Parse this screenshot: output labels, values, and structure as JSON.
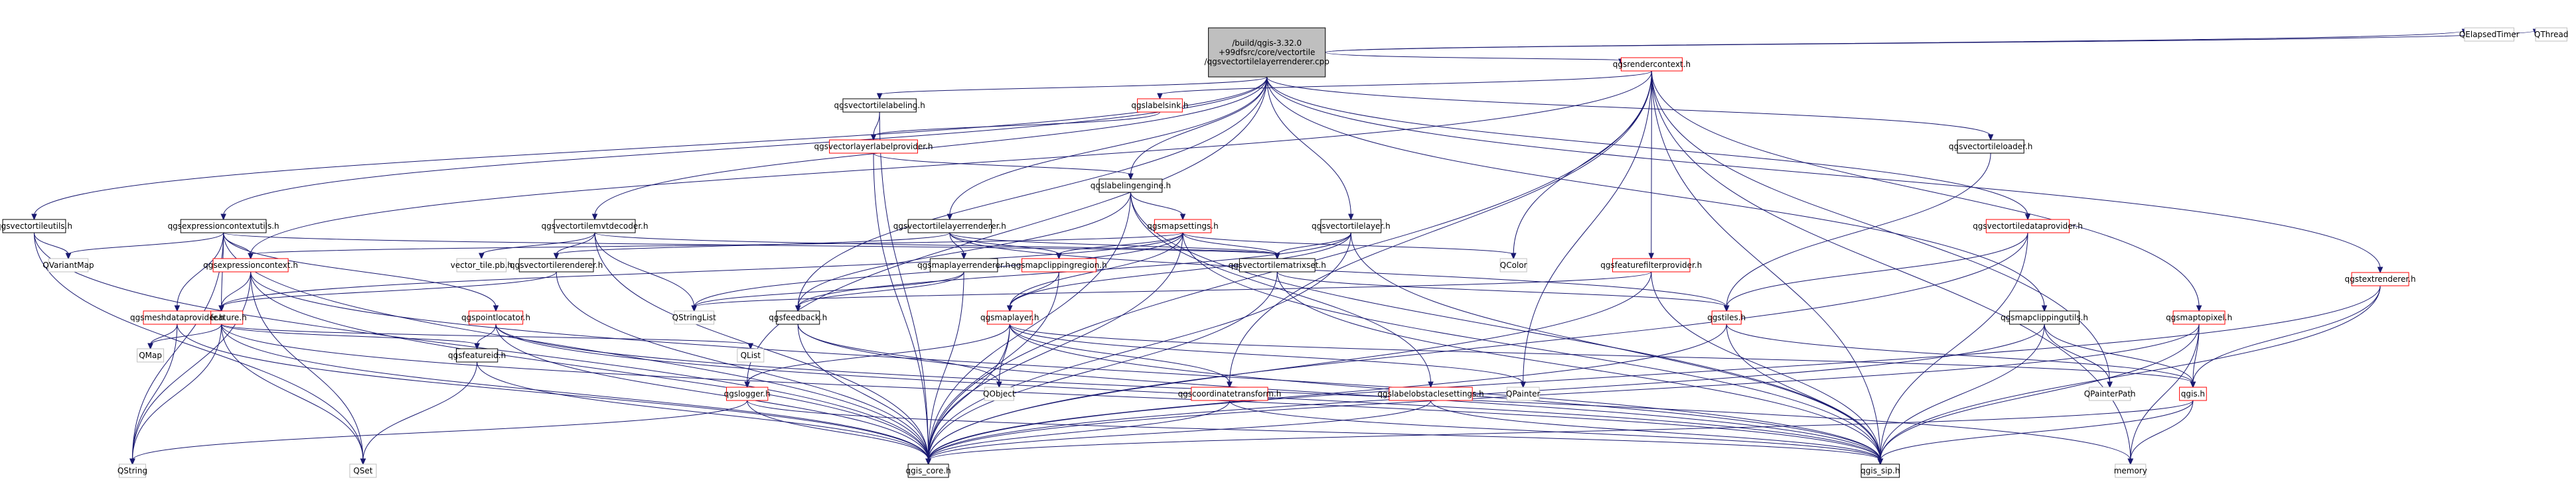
{
  "colors": {
    "edge": "#191970",
    "root_fill": "#bfbfbf",
    "root_border": "#000000",
    "node_border": "#000000",
    "linked_border": "#ff0000",
    "external_border": "#bfbfbf",
    "text": "#000000"
  },
  "nodes": [
    {
      "id": "root",
      "lines": [
        "/build/qgis-3.32.0",
        "+99dfsrc/core/vectortile",
        "/qgsvectortilelayerrenderer.cpp"
      ],
      "kind": "root"
    },
    {
      "id": "utils",
      "lines": [
        "qgsvectortileutils.h"
      ],
      "kind": "normal"
    },
    {
      "id": "exprctxutils",
      "lines": [
        "qgsexpressioncontextutils.h"
      ],
      "kind": "normal"
    },
    {
      "id": "mvtdecoder",
      "lines": [
        "qgsvectortilemvtdecoder.h"
      ],
      "kind": "normal"
    },
    {
      "id": "labeling",
      "lines": [
        "qgsvectortilelabeling.h"
      ],
      "kind": "normal"
    },
    {
      "id": "labelsink",
      "lines": [
        "qgslabelsink.h"
      ],
      "kind": "linked"
    },
    {
      "id": "vlabelprov",
      "lines": [
        "qgsvectorlayerlabelprovider.h"
      ],
      "kind": "linked"
    },
    {
      "id": "labelengine",
      "lines": [
        "qgslabelingengine.h"
      ],
      "kind": "normal"
    },
    {
      "id": "renderctx",
      "lines": [
        "qgsrendercontext.h"
      ],
      "kind": "linked"
    },
    {
      "id": "vtloader",
      "lines": [
        "qgsvectortileloader.h"
      ],
      "kind": "normal"
    },
    {
      "id": "vtdataprov",
      "lines": [
        "qgsvectortiledataprovider.h"
      ],
      "kind": "linked"
    },
    {
      "id": "textrend",
      "lines": [
        "qgstextrenderer.h"
      ],
      "kind": "linked"
    },
    {
      "id": "elapsed",
      "lines": [
        "QElapsedTimer"
      ],
      "kind": "external"
    },
    {
      "id": "qthread",
      "lines": [
        "QThread"
      ],
      "kind": "external"
    },
    {
      "id": "vtlayerrend",
      "lines": [
        "qgsvectortilelayerrenderer.h"
      ],
      "kind": "normal"
    },
    {
      "id": "mapsettings",
      "lines": [
        "qgsmapsettings.h"
      ],
      "kind": "linked"
    },
    {
      "id": "vtlayer",
      "lines": [
        "qgsvectortilelayer.h"
      ],
      "kind": "normal"
    },
    {
      "id": "maplayerrend",
      "lines": [
        "qgsmaplayerrenderer.h"
      ],
      "kind": "normal"
    },
    {
      "id": "vtrenderer",
      "lines": [
        "qgsvectortilerenderer.h"
      ],
      "kind": "normal"
    },
    {
      "id": "clipregion",
      "lines": [
        "qgsmapclippingregion.h"
      ],
      "kind": "linked"
    },
    {
      "id": "matrixset",
      "lines": [
        "qgsvectortilematrixset.h"
      ],
      "kind": "normal"
    },
    {
      "id": "featfilt",
      "lines": [
        "qgsfeaturefilterprovider.h"
      ],
      "kind": "linked"
    },
    {
      "id": "qcolor",
      "lines": [
        "QColor"
      ],
      "kind": "external"
    },
    {
      "id": "qvariantmap",
      "lines": [
        "QVariantMap"
      ],
      "kind": "external"
    },
    {
      "id": "exprctx",
      "lines": [
        "qgsexpressioncontext.h"
      ],
      "kind": "linked"
    },
    {
      "id": "vectortilepb",
      "lines": [
        "vector_tile.pb.h"
      ],
      "kind": "external"
    },
    {
      "id": "feature",
      "lines": [
        "qgsfeature.h"
      ],
      "kind": "linked"
    },
    {
      "id": "pointloc",
      "lines": [
        "qgspointlocator.h"
      ],
      "kind": "linked"
    },
    {
      "id": "meshdp",
      "lines": [
        "qgsmeshdataprovider.h"
      ],
      "kind": "linked"
    },
    {
      "id": "qstringlist",
      "lines": [
        "QStringList"
      ],
      "kind": "external"
    },
    {
      "id": "feedback",
      "lines": [
        "qgsfeedback.h"
      ],
      "kind": "normal"
    },
    {
      "id": "maplayer",
      "lines": [
        "qgsmaplayer.h"
      ],
      "kind": "linked"
    },
    {
      "id": "tiles",
      "lines": [
        "qgstiles.h"
      ],
      "kind": "linked"
    },
    {
      "id": "cliputils",
      "lines": [
        "qgsmapclippingutils.h"
      ],
      "kind": "normal"
    },
    {
      "id": "maptopixel",
      "lines": [
        "qgsmaptopixel.h"
      ],
      "kind": "linked"
    },
    {
      "id": "featureid",
      "lines": [
        "qgsfeatureid.h"
      ],
      "kind": "normal"
    },
    {
      "id": "qmap",
      "lines": [
        "QMap"
      ],
      "kind": "external"
    },
    {
      "id": "qlist",
      "lines": [
        "QList"
      ],
      "kind": "external"
    },
    {
      "id": "logger",
      "lines": [
        "qgslogger.h"
      ],
      "kind": "linked"
    },
    {
      "id": "coordtrans",
      "lines": [
        "qgscoordinatetransform.h"
      ],
      "kind": "linked"
    },
    {
      "id": "labelobst",
      "lines": [
        "qgslabelobstaclesettings.h"
      ],
      "kind": "linked"
    },
    {
      "id": "qobject",
      "lines": [
        "QObject"
      ],
      "kind": "external"
    },
    {
      "id": "qpainter",
      "lines": [
        "QPainter"
      ],
      "kind": "external"
    },
    {
      "id": "qpainterpath",
      "lines": [
        "QPainterPath"
      ],
      "kind": "external"
    },
    {
      "id": "qgsh",
      "lines": [
        "qgis.h"
      ],
      "kind": "linked"
    },
    {
      "id": "qstring",
      "lines": [
        "QString"
      ],
      "kind": "external"
    },
    {
      "id": "qset",
      "lines": [
        "QSet"
      ],
      "kind": "external"
    },
    {
      "id": "qgiscore",
      "lines": [
        "qgis_core.h"
      ],
      "kind": "normal"
    },
    {
      "id": "qgissip",
      "lines": [
        "qgis_sip.h"
      ],
      "kind": "normal"
    },
    {
      "id": "memory",
      "lines": [
        "memory"
      ],
      "kind": "external"
    }
  ],
  "edges": [
    [
      "root",
      "utils"
    ],
    [
      "root",
      "exprctxutils"
    ],
    [
      "root",
      "mvtdecoder"
    ],
    [
      "root",
      "labeling"
    ],
    [
      "root",
      "labelengine"
    ],
    [
      "root",
      "renderctx"
    ],
    [
      "root",
      "vtloader"
    ],
    [
      "root",
      "vtdataprov"
    ],
    [
      "root",
      "textrend"
    ],
    [
      "root",
      "elapsed"
    ],
    [
      "root",
      "qthread"
    ],
    [
      "root",
      "vtlayerrend"
    ],
    [
      "root",
      "vtlayer"
    ],
    [
      "root",
      "feedback"
    ],
    [
      "root",
      "logger"
    ],
    [
      "root",
      "cliputils"
    ],
    [
      "utils",
      "qvariantmap"
    ],
    [
      "utils",
      "qset"
    ],
    [
      "utils",
      "qgiscore"
    ],
    [
      "exprctxutils",
      "qvariantmap"
    ],
    [
      "exprctxutils",
      "exprctx"
    ],
    [
      "exprctxutils",
      "meshdp"
    ],
    [
      "exprctxutils",
      "feature"
    ],
    [
      "exprctxutils",
      "pointloc"
    ],
    [
      "exprctxutils",
      "qstring"
    ],
    [
      "exprctxutils",
      "qgiscore"
    ],
    [
      "exprctxutils",
      "matrixset"
    ],
    [
      "mvtdecoder",
      "vectortilepb"
    ],
    [
      "mvtdecoder",
      "vtrenderer"
    ],
    [
      "mvtdecoder",
      "qstringlist"
    ],
    [
      "mvtdecoder",
      "matrixset"
    ],
    [
      "mvtdecoder",
      "qgiscore"
    ],
    [
      "labeling",
      "vlabelprov"
    ],
    [
      "labeling",
      "qgiscore"
    ],
    [
      "labelsink",
      "vlabelprov"
    ],
    [
      "vlabelprov",
      "labelengine"
    ],
    [
      "vlabelprov",
      "qgiscore"
    ],
    [
      "labelengine",
      "mapsettings"
    ],
    [
      "labelengine",
      "labelobst"
    ],
    [
      "labelengine",
      "qgissip"
    ],
    [
      "labelengine",
      "qgiscore"
    ],
    [
      "labelengine",
      "feedback"
    ],
    [
      "renderctx",
      "labelsink"
    ],
    [
      "renderctx",
      "exprctx"
    ],
    [
      "renderctx",
      "featfilt"
    ],
    [
      "renderctx",
      "qcolor"
    ],
    [
      "renderctx",
      "coordtrans"
    ],
    [
      "renderctx",
      "maptopixel"
    ],
    [
      "renderctx",
      "qgiscore"
    ],
    [
      "renderctx",
      "qgissip"
    ],
    [
      "renderctx",
      "qpainterpath"
    ],
    [
      "renderctx",
      "memory"
    ],
    [
      "renderctx",
      "qpainter"
    ],
    [
      "vtloader",
      "tiles"
    ],
    [
      "vtdataprov",
      "tiles"
    ],
    [
      "vtdataprov",
      "qgiscore"
    ],
    [
      "vtdataprov",
      "qgissip"
    ],
    [
      "textrend",
      "qgsh"
    ],
    [
      "textrend",
      "qgissip"
    ],
    [
      "textrend",
      "qgiscore"
    ],
    [
      "vtlayerrend",
      "maplayerrend"
    ],
    [
      "vtlayerrend",
      "clipregion"
    ],
    [
      "vtlayerrend",
      "matrixset"
    ],
    [
      "vtlayerrend",
      "vtrenderer"
    ],
    [
      "vtlayerrend",
      "tiles"
    ],
    [
      "mapsettings",
      "exprctx"
    ],
    [
      "mapsettings",
      "qstringlist"
    ],
    [
      "mapsettings",
      "clipregion"
    ],
    [
      "mapsettings",
      "maplayer"
    ],
    [
      "mapsettings",
      "qcolor"
    ],
    [
      "mapsettings",
      "matrixset"
    ],
    [
      "mapsettings",
      "qgiscore"
    ],
    [
      "mapsettings",
      "qgissip"
    ],
    [
      "mapsettings",
      "feature"
    ],
    [
      "vtlayer",
      "matrixset"
    ],
    [
      "vtlayer",
      "maplayer"
    ],
    [
      "vtlayer",
      "qgiscore"
    ],
    [
      "vtlayer",
      "qgissip"
    ],
    [
      "vtlayer",
      "feedback"
    ],
    [
      "maplayerrend",
      "feedback"
    ],
    [
      "maplayerrend",
      "qstringlist"
    ],
    [
      "maplayerrend",
      "qgiscore"
    ],
    [
      "vtrenderer",
      "feature"
    ],
    [
      "vtrenderer",
      "qgiscore"
    ],
    [
      "clipregion",
      "maplayer"
    ],
    [
      "clipregion",
      "qgiscore"
    ],
    [
      "matrixset",
      "tiles"
    ],
    [
      "matrixset",
      "qgiscore"
    ],
    [
      "matrixset",
      "qgissip"
    ],
    [
      "featfilt",
      "qstringlist"
    ],
    [
      "featfilt",
      "qgiscore"
    ],
    [
      "featfilt",
      "qgissip"
    ],
    [
      "exprctx",
      "feature"
    ],
    [
      "exprctx",
      "qset"
    ],
    [
      "exprctx",
      "qstring"
    ],
    [
      "exprctx",
      "qgiscore"
    ],
    [
      "exprctx",
      "qgissip"
    ],
    [
      "feature",
      "qmap"
    ],
    [
      "feature",
      "featureid"
    ],
    [
      "feature",
      "qlist"
    ],
    [
      "feature",
      "qgiscore"
    ],
    [
      "feature",
      "qgissip"
    ],
    [
      "feature",
      "qset"
    ],
    [
      "feature",
      "qstring"
    ],
    [
      "pointloc",
      "featureid"
    ],
    [
      "pointloc",
      "qgiscore"
    ],
    [
      "pointloc",
      "qgissip"
    ],
    [
      "pointloc",
      "memory"
    ],
    [
      "meshdp",
      "qmap"
    ],
    [
      "meshdp",
      "qstring"
    ],
    [
      "meshdp",
      "qgiscore"
    ],
    [
      "feedback",
      "qobject"
    ],
    [
      "feedback",
      "qgiscore"
    ],
    [
      "feedback",
      "qgissip"
    ],
    [
      "maplayer",
      "logger"
    ],
    [
      "maplayer",
      "qobject"
    ],
    [
      "maplayer",
      "qgsh"
    ],
    [
      "maplayer",
      "qgiscore"
    ],
    [
      "maplayer",
      "qgissip"
    ],
    [
      "maplayer",
      "qpainter"
    ],
    [
      "maplayer",
      "coordtrans"
    ],
    [
      "tiles",
      "qgsh"
    ],
    [
      "tiles",
      "qgissip"
    ],
    [
      "tiles",
      "qgiscore"
    ],
    [
      "cliputils",
      "qgsh"
    ],
    [
      "cliputils",
      "qpainterpath"
    ],
    [
      "cliputils",
      "qgiscore"
    ],
    [
      "cliputils",
      "qgissip"
    ],
    [
      "maptopixel",
      "qgsh"
    ],
    [
      "maptopixel",
      "qgissip"
    ],
    [
      "maptopixel",
      "qgiscore"
    ],
    [
      "maptopixel",
      "memory"
    ],
    [
      "featureid",
      "qset"
    ],
    [
      "featureid",
      "qgiscore"
    ],
    [
      "logger",
      "qgiscore"
    ],
    [
      "logger",
      "qgissip"
    ],
    [
      "logger",
      "qstring"
    ],
    [
      "coordtrans",
      "qgiscore"
    ],
    [
      "coordtrans",
      "qgissip"
    ],
    [
      "labelobst",
      "qgiscore"
    ],
    [
      "labelobst",
      "qgissip"
    ],
    [
      "qgsh",
      "qgiscore"
    ],
    [
      "qgsh",
      "qgissip"
    ],
    [
      "qgsh",
      "memory"
    ]
  ]
}
